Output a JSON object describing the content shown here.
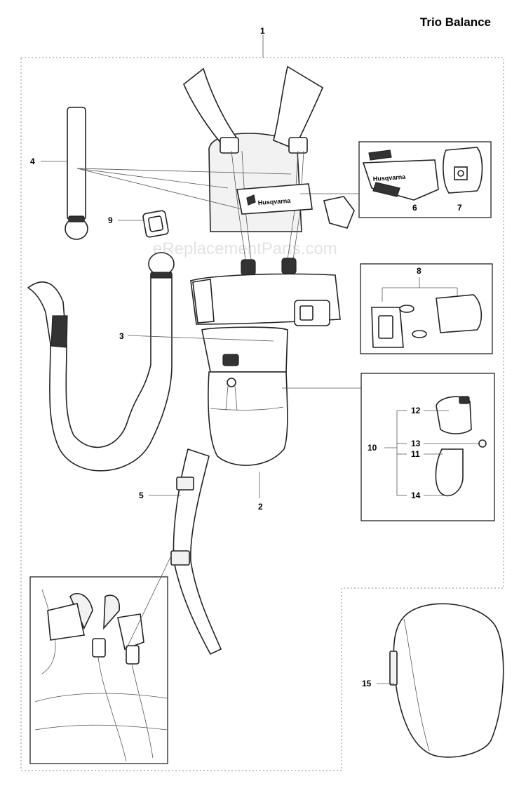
{
  "title": "Trio Balance",
  "watermark": "eReplacementParts.com",
  "logo_text": "Husqvarna",
  "callouts": {
    "c1": "1",
    "c2": "2",
    "c3": "3",
    "c4": "4",
    "c5": "5",
    "c6": "6",
    "c7": "7",
    "c8": "8",
    "c9": "9",
    "c10": "10",
    "c11": "11",
    "c12": "12",
    "c13": "13",
    "c14": "14",
    "c15": "15"
  }
}
